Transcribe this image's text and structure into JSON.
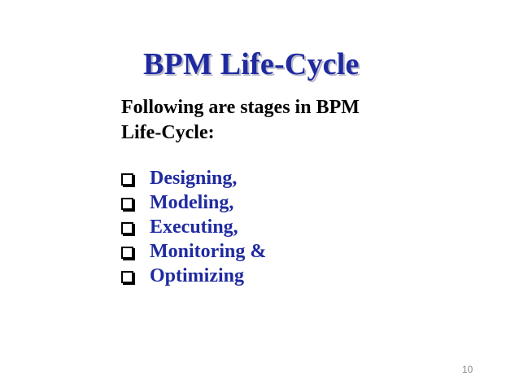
{
  "slide": {
    "title": "BPM Life-Cycle",
    "intro_lines": [
      "Following are stages in BPM",
      "Life-Cycle:"
    ],
    "stages": [
      "Designing,",
      "Modeling,",
      "Executing,",
      "Monitoring &",
      "Optimizing"
    ],
    "page_number": "10",
    "colors": {
      "title": "#1f2aa0",
      "stage_text": "#1f2aa0",
      "intro_text": "#000000",
      "page_number": "#8a8a8a"
    },
    "bullet_icon": "checkbox-icon"
  }
}
